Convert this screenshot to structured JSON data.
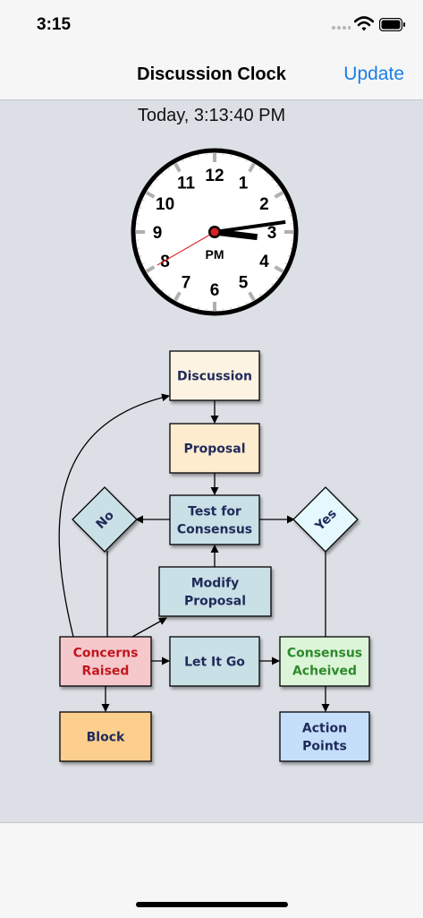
{
  "status_bar": {
    "time": "3:15",
    "icons": [
      "signal-icon",
      "wifi-icon",
      "battery-icon"
    ]
  },
  "nav": {
    "title": "Discussion Clock",
    "action": "Update"
  },
  "date_label": "Today, 3:13:40 PM",
  "clock": {
    "time": "3:13:40",
    "hour": 3,
    "minute": 13,
    "second": 40,
    "period_label": "PM",
    "numbers": [
      "12",
      "1",
      "2",
      "3",
      "4",
      "5",
      "6",
      "7",
      "8",
      "9",
      "10",
      "11"
    ],
    "colors": {
      "face": "#ffffff",
      "rim": "#000000",
      "second_hand": "#dd2a2a",
      "center": "#d81f26"
    }
  },
  "flowchart": {
    "nodes": [
      {
        "id": "discussion",
        "label": [
          "Discussion"
        ],
        "fill": "#fdf3e3",
        "text_color": "#1f2a5a",
        "shape": "rect"
      },
      {
        "id": "proposal",
        "label": [
          "Proposal"
        ],
        "fill": "#feeccf",
        "text_color": "#1f2a5a",
        "shape": "rect"
      },
      {
        "id": "test-consensus",
        "label": [
          "Test for",
          "Consensus"
        ],
        "fill": "#c9e0e6",
        "text_color": "#1f2a5a",
        "shape": "rect"
      },
      {
        "id": "no",
        "label": [
          "No"
        ],
        "fill": "#c9e0e6",
        "text_color": "#1f2a5a",
        "shape": "diamond"
      },
      {
        "id": "yes",
        "label": [
          "Yes"
        ],
        "fill": "#e4f8fd",
        "text_color": "#1f2a5a",
        "shape": "diamond"
      },
      {
        "id": "modify-proposal",
        "label": [
          "Modify",
          "Proposal"
        ],
        "fill": "#c9e0e6",
        "text_color": "#1f2a5a",
        "shape": "rect"
      },
      {
        "id": "concerns-raised",
        "label": [
          "Concerns",
          "Raised"
        ],
        "fill": "#f5c9cc",
        "text_color": "#c2161f",
        "shape": "rect"
      },
      {
        "id": "let-it-go",
        "label": [
          "Let It Go"
        ],
        "fill": "#c9e0e6",
        "text_color": "#1f2a5a",
        "shape": "rect"
      },
      {
        "id": "consensus-achieved",
        "label": [
          "Consensus",
          "Acheived"
        ],
        "fill": "#dcf5d8",
        "text_color": "#2e8a2c",
        "shape": "rect"
      },
      {
        "id": "block",
        "label": [
          "Block"
        ],
        "fill": "#fdcf8e",
        "text_color": "#1f2a5a",
        "shape": "rect"
      },
      {
        "id": "action-points",
        "label": [
          "Action",
          "Points"
        ],
        "fill": "#c5dffb",
        "text_color": "#1f2a5a",
        "shape": "rect"
      }
    ],
    "edges": [
      {
        "from": "discussion",
        "to": "proposal"
      },
      {
        "from": "proposal",
        "to": "test-consensus"
      },
      {
        "from": "test-consensus",
        "to": "no"
      },
      {
        "from": "test-consensus",
        "to": "yes"
      },
      {
        "from": "no",
        "to": "concerns-raised"
      },
      {
        "from": "modify-proposal",
        "to": "test-consensus"
      },
      {
        "from": "concerns-raised",
        "to": "modify-proposal"
      },
      {
        "from": "concerns-raised",
        "to": "let-it-go"
      },
      {
        "from": "concerns-raised",
        "to": "block"
      },
      {
        "from": "concerns-raised",
        "to": "discussion"
      },
      {
        "from": "let-it-go",
        "to": "consensus-achieved"
      },
      {
        "from": "yes",
        "to": "consensus-achieved"
      },
      {
        "from": "consensus-achieved",
        "to": "action-points"
      }
    ]
  }
}
